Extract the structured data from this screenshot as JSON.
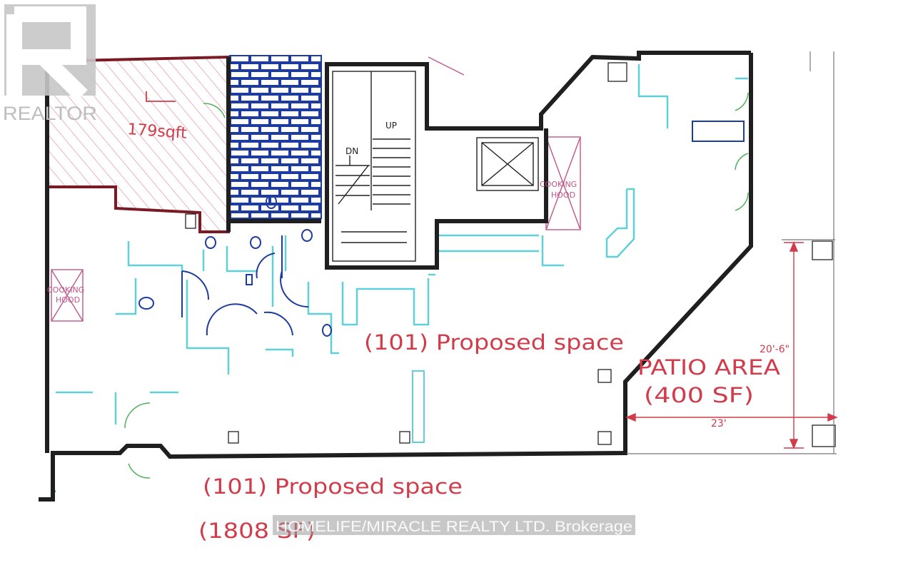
{
  "watermark": {
    "brand": "REALTOR",
    "brokerage": "HOMELIFE/MIRACLE REALTY LTD. Brokerage"
  },
  "plan": {
    "hatched_area": "179sqft",
    "stair_down": "DN",
    "stair_up": "UP",
    "cooking_hood_left": [
      "COOKING",
      "HOOD"
    ],
    "cooking_hood_right": [
      "COOKING",
      "HOOD"
    ],
    "space_inner": "(101) Proposed space",
    "space_outer": "(101) Proposed space",
    "space_area": "(1808 SF)",
    "patio_title": "PATIO AREA",
    "patio_area": "(400 SF)",
    "dim_vertical": "20'-6\"",
    "dim_horizontal": "23'"
  },
  "colors": {
    "wall": "#1f1f1f",
    "cyan": "#5fd0d8",
    "blue": "#1e3ca0",
    "red_text": "#d23c4a",
    "hatch": "#e28aa0"
  }
}
